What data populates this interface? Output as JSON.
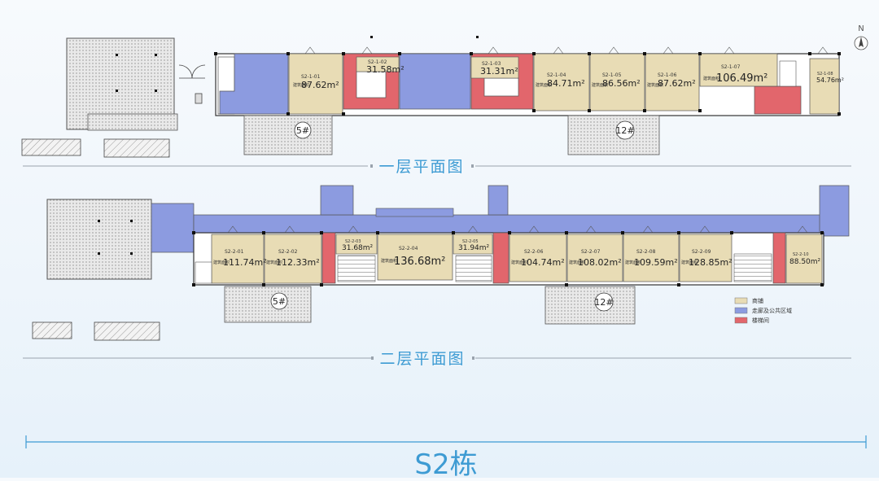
{
  "floor1": {
    "caption": "一层平面图",
    "units": [
      {
        "code": "S2-1-01",
        "area": "87.62m²"
      },
      {
        "code": "S2-1-02",
        "area": "31.58m²"
      },
      {
        "code": "S2-1-03",
        "area": "31.31m²"
      },
      {
        "code": "S2-1-04",
        "area": "84.71m²"
      },
      {
        "code": "S2-1-05",
        "area": "86.56m²"
      },
      {
        "code": "S2-1-06",
        "area": "87.62m²"
      },
      {
        "code": "S2-1-07",
        "area": "106.49m²"
      },
      {
        "code": "S2-1-08",
        "area": "54.76m²"
      }
    ],
    "buildings": [
      "5#",
      "12#"
    ]
  },
  "floor2": {
    "caption": "二层平面图",
    "units": [
      {
        "code": "S2-2-01",
        "area": "111.74m²"
      },
      {
        "code": "S2-2-02",
        "area": "112.33m²"
      },
      {
        "code": "S2-2-03",
        "area": "31.68m²"
      },
      {
        "code": "S2-2-04",
        "area": "136.68m²"
      },
      {
        "code": "S2-2-05",
        "area": "31.94m²"
      },
      {
        "code": "S2-2-06",
        "area": "104.74m²"
      },
      {
        "code": "S2-2-07",
        "area": "108.02m²"
      },
      {
        "code": "S2-2-08",
        "area": "109.59m²"
      },
      {
        "code": "S2-2-09",
        "area": "128.85m²"
      },
      {
        "code": "S2-2-10",
        "area": "88.50m²"
      }
    ],
    "buildings": [
      "5#",
      "12#"
    ]
  },
  "area_label": "建筑面积",
  "legend": [
    {
      "label": "商铺",
      "color": "#e8dcb5"
    },
    {
      "label": "走廊及公共区域",
      "color": "#8c9be0"
    },
    {
      "label": "楼梯间",
      "color": "#e2666c"
    }
  ],
  "north_label": "N",
  "building_title": "S2栋",
  "colors": {
    "shop": "#e8dcb5",
    "corridor": "#8c9be0",
    "stair": "#e2666c",
    "accent": "#3d9bd3"
  }
}
